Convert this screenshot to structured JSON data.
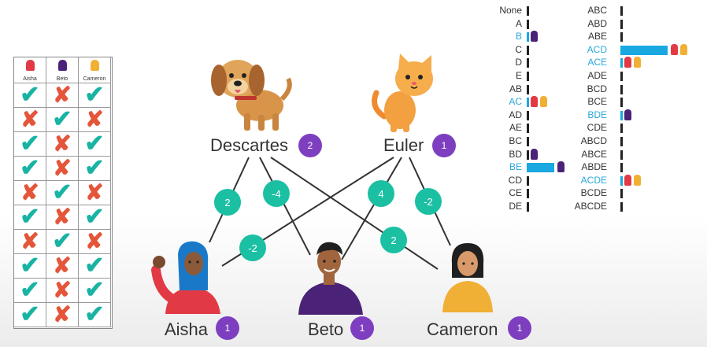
{
  "grid": {
    "headers": [
      "Aisha",
      "Beto",
      "Cameron"
    ],
    "rows": [
      [
        "yes",
        "no",
        "yes"
      ],
      [
        "no",
        "yes",
        "no"
      ],
      [
        "yes",
        "no",
        "yes"
      ],
      [
        "yes",
        "no",
        "yes"
      ],
      [
        "no",
        "yes",
        "no"
      ],
      [
        "yes",
        "no",
        "yes"
      ],
      [
        "no",
        "yes",
        "no"
      ],
      [
        "yes",
        "no",
        "yes"
      ],
      [
        "yes",
        "no",
        "yes"
      ],
      [
        "yes",
        "no",
        "yes"
      ]
    ]
  },
  "nodes": {
    "descartes": {
      "label": "Descartes",
      "badge": "2"
    },
    "euler": {
      "label": "Euler",
      "badge": "1"
    },
    "aisha": {
      "label": "Aisha",
      "badge": "1"
    },
    "beto": {
      "label": "Beto",
      "badge": "1"
    },
    "cameron": {
      "label": "Cameron",
      "badge": "1"
    }
  },
  "edges": [
    {
      "from": "descartes",
      "to": "aisha",
      "weight": "2"
    },
    {
      "from": "descartes",
      "to": "beto",
      "weight": "-4"
    },
    {
      "from": "descartes",
      "to": "cameron",
      "weight": "2"
    },
    {
      "from": "euler",
      "to": "aisha",
      "weight": "-2"
    },
    {
      "from": "euler",
      "to": "beto",
      "weight": "4"
    },
    {
      "from": "euler",
      "to": "cameron",
      "weight": "-2"
    }
  ],
  "subsets": {
    "col1": [
      {
        "label": "None"
      },
      {
        "label": "A"
      },
      {
        "label": "B",
        "highlight": true,
        "people": [
          "beto"
        ]
      },
      {
        "label": "C"
      },
      {
        "label": "D"
      },
      {
        "label": "E"
      },
      {
        "label": "AB"
      },
      {
        "label": "AC",
        "highlight": true,
        "people": [
          "aisha",
          "cameron"
        ]
      },
      {
        "label": "AD"
      },
      {
        "label": "AE"
      },
      {
        "label": "BC"
      },
      {
        "label": "BD",
        "people": [
          "beto"
        ]
      },
      {
        "label": "BE",
        "highlight": true,
        "bar": 0.35,
        "people": [
          "beto"
        ]
      },
      {
        "label": "CD"
      },
      {
        "label": "CE"
      },
      {
        "label": "DE"
      }
    ],
    "col2": [
      {
        "label": "ABC"
      },
      {
        "label": "ABD"
      },
      {
        "label": "ABE"
      },
      {
        "label": "ACD",
        "highlight": true,
        "bar": 0.6,
        "people": [
          "aisha",
          "cameron"
        ]
      },
      {
        "label": "ACE",
        "highlight": true,
        "people": [
          "aisha",
          "cameron"
        ]
      },
      {
        "label": "ADE"
      },
      {
        "label": "BCD"
      },
      {
        "label": "BCE"
      },
      {
        "label": "BDE",
        "highlight": true,
        "people": [
          "beto"
        ]
      },
      {
        "label": "CDE"
      },
      {
        "label": "ABCD"
      },
      {
        "label": "ABCE"
      },
      {
        "label": "ABDE"
      },
      {
        "label": "ACDE",
        "highlight": true,
        "people": [
          "aisha",
          "cameron"
        ]
      },
      {
        "label": "BCDE"
      },
      {
        "label": "ABCDE"
      }
    ]
  },
  "colors": {
    "check": "#19b3a3",
    "cross": "#e4553a",
    "badge": "#7d3fbf",
    "weight": "#1bc0a3",
    "highlight": "#2aa8d8",
    "bar": "#19a8e0"
  }
}
